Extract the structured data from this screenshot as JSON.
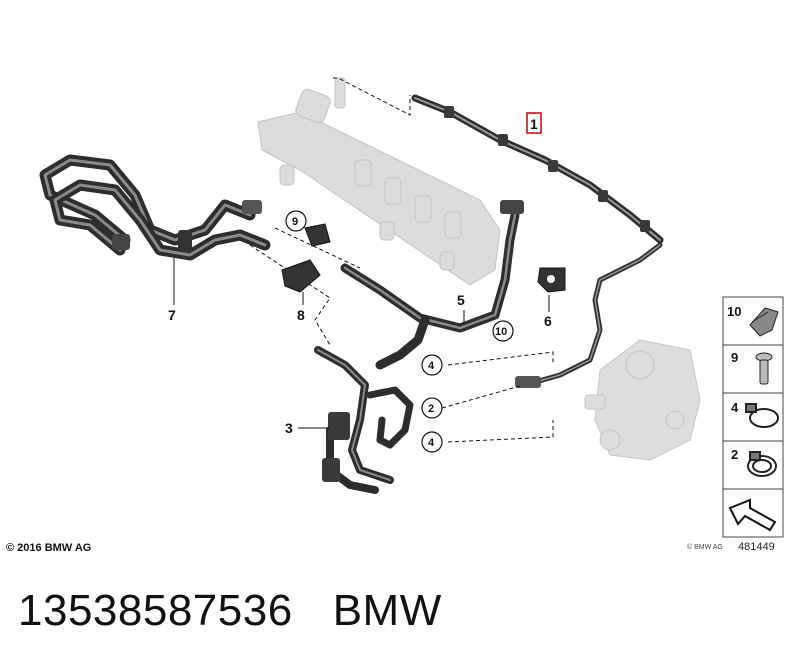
{
  "callouts": {
    "c1": "1",
    "c3": "3",
    "c5": "5",
    "c6": "6",
    "c7": "7",
    "c8": "8"
  },
  "circled_refs": {
    "r9": "9",
    "r10": "10",
    "r4a": "4",
    "r2": "2",
    "r4b": "4"
  },
  "legend": {
    "items": [
      "10",
      "9",
      "4",
      "2"
    ]
  },
  "copyright": "© 2016 BMW AG",
  "bmw_ag_small": "© BMW AG",
  "diagram_number": "481449",
  "footer": {
    "part_number": "13538587536",
    "brand": "BMW"
  },
  "colors": {
    "hose": "#2d2d2d",
    "hose_highlight": "#8a8a8a",
    "ghost_part": "#d6d6d6",
    "callout_box": "#cc0000"
  }
}
